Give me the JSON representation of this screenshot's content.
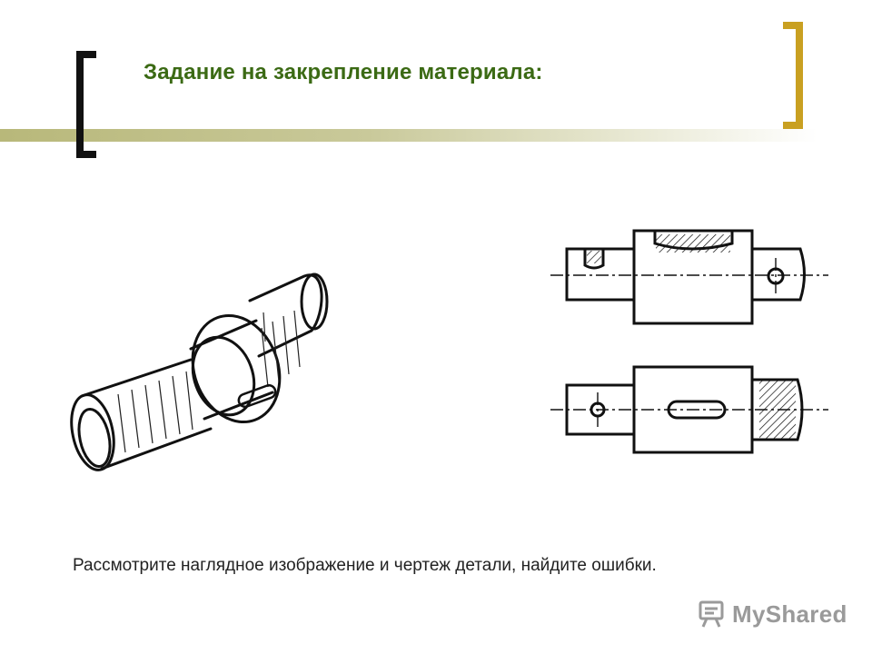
{
  "slide": {
    "title": "Задание на закрепление материала:",
    "caption": "Рассмотрите наглядное изображение и чертеж детали, найдите ошибки.",
    "logo_text": "MyShared",
    "colors": {
      "title": "#3b6a14",
      "bracket_left": "#111111",
      "bracket_right": "#c9a021",
      "band": "#b8b87a"
    }
  },
  "icons": {
    "logo_icon": "presentation-board-icon"
  }
}
